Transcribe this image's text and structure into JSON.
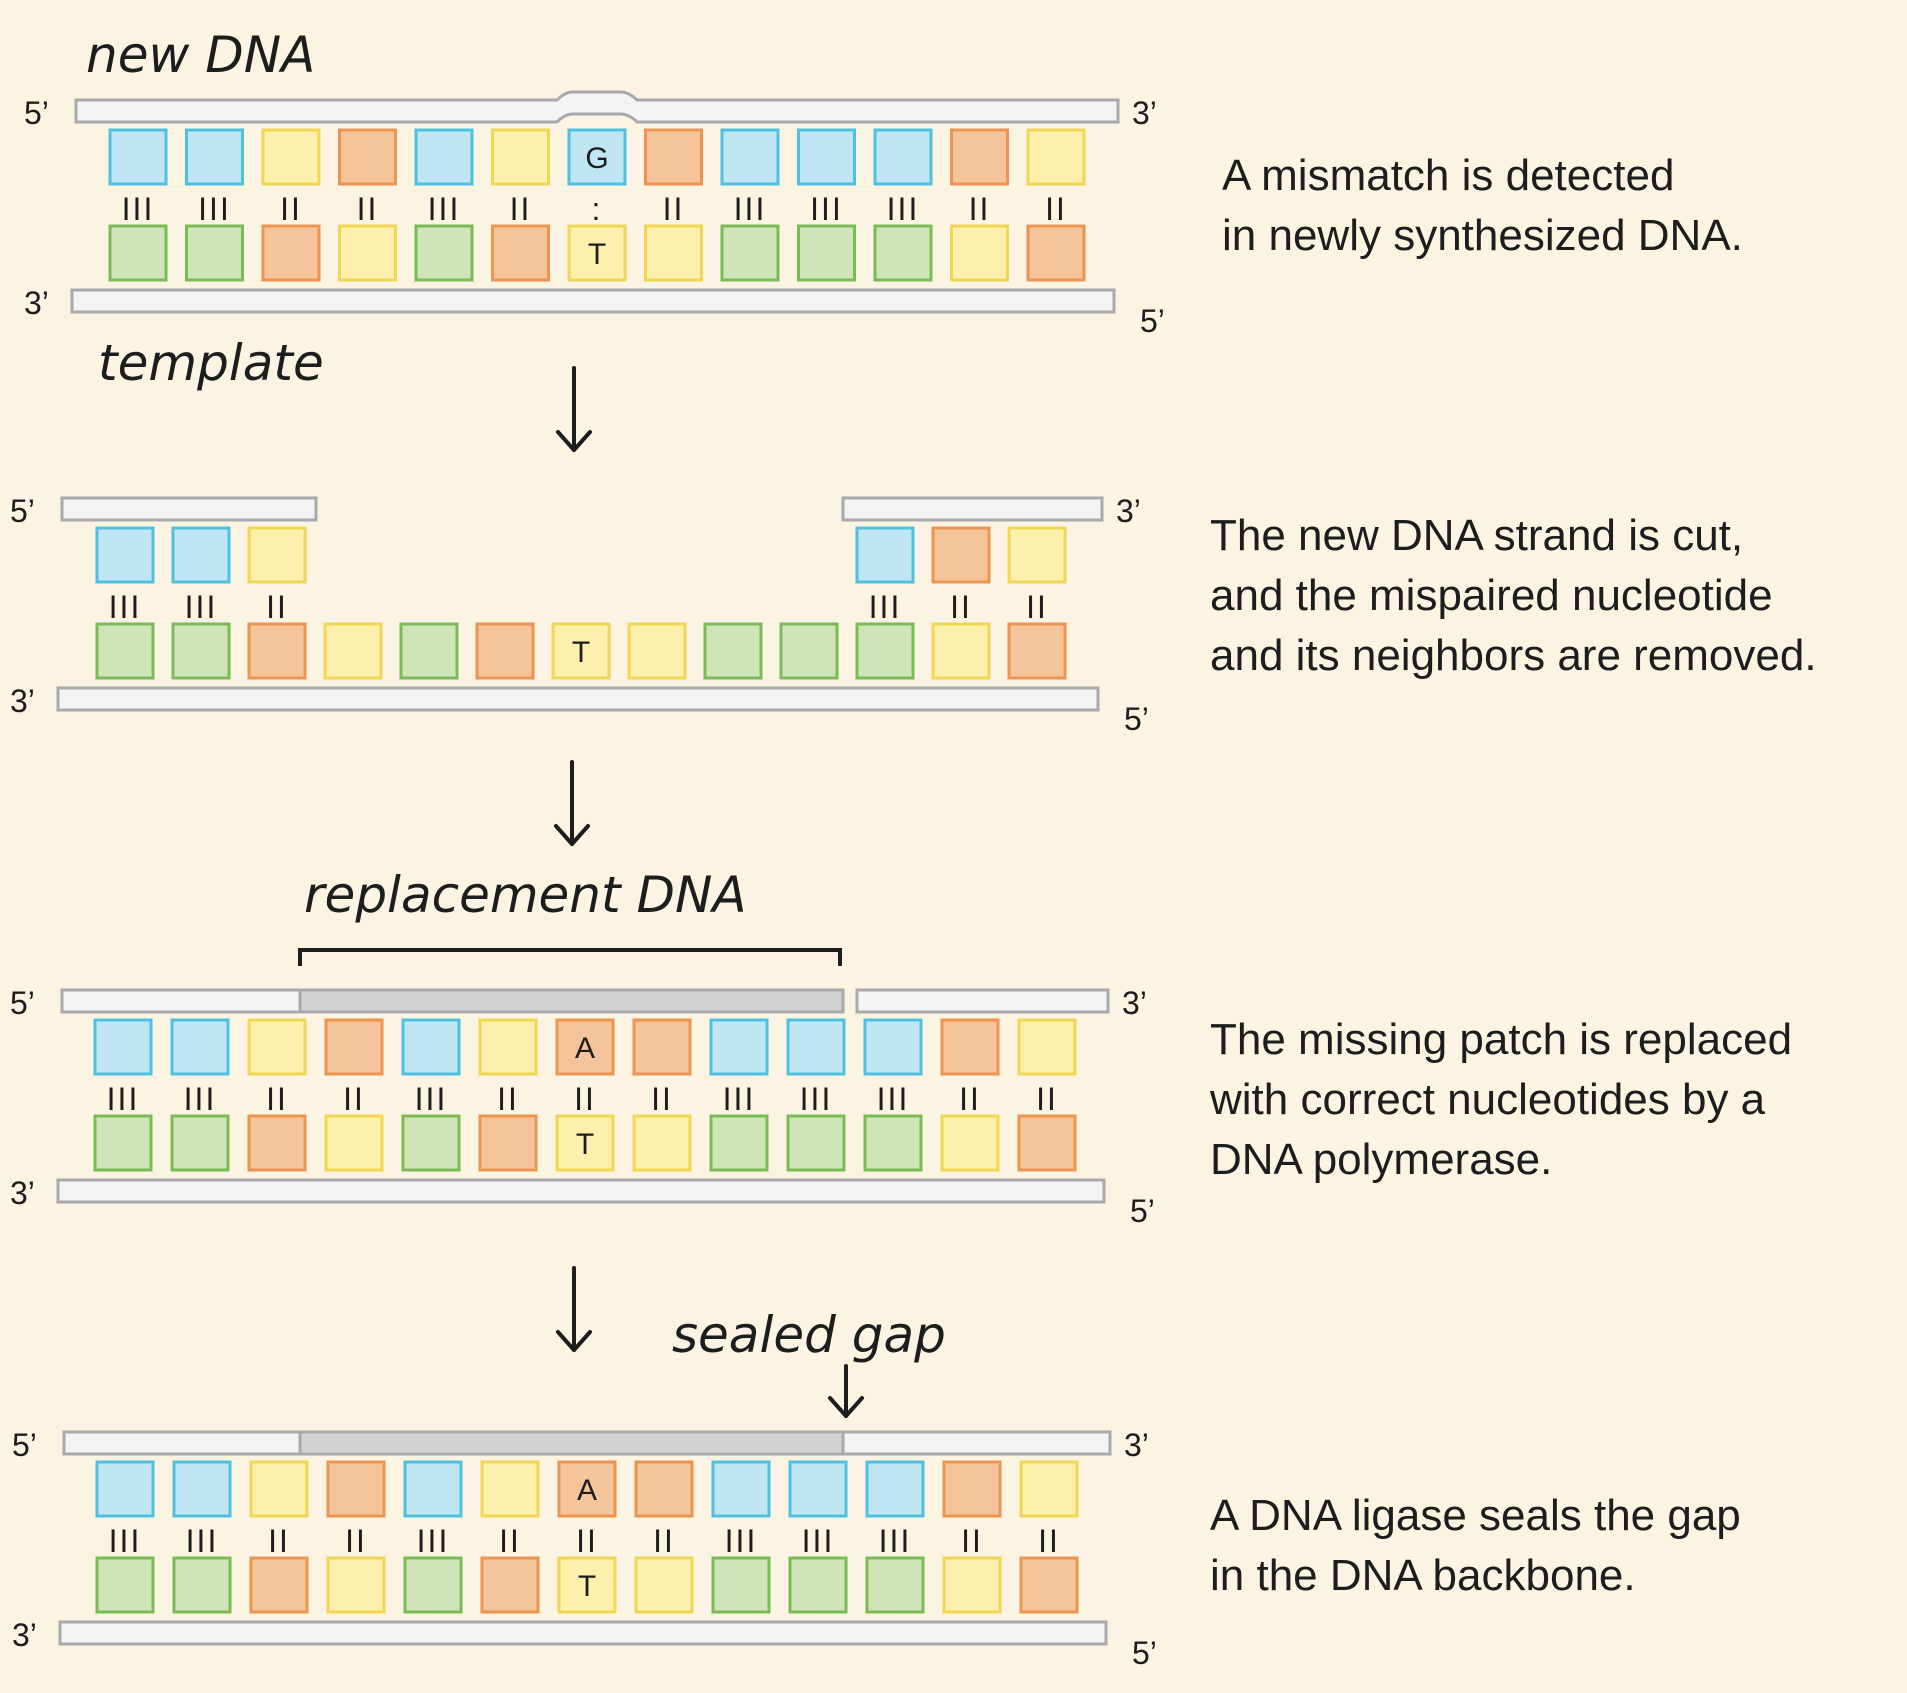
{
  "labels": {
    "new_dna": "new DNA",
    "template": "template",
    "replacement_dna": "replacement DNA",
    "sealed_gap": "sealed gap",
    "five_prime": "5’",
    "three_prime": "3’"
  },
  "bases": {
    "top_mismatch": "G",
    "template_base": "T",
    "corrected": "A"
  },
  "bonds": {
    "triple": "III",
    "double": "II",
    "mismatch": ":"
  },
  "colors": {
    "background": "#fbf4e2",
    "backbone_fill": "#f4f4f4",
    "backbone_stroke": "#a9a9ad",
    "patch_fill": "#d3d3d3",
    "blue": "#bfe6f2",
    "blue_stroke": "#4fc0e0",
    "green": "#cfe4b8",
    "green_stroke": "#7bbb56",
    "orange": "#f6c49a",
    "orange_stroke": "#eb9550",
    "yellow": "#fdf0ad",
    "yellow_stroke": "#f0d652"
  },
  "steps": [
    {
      "lines": [
        "A mismatch is detected",
        "in newly synthesized DNA."
      ]
    },
    {
      "lines": [
        "The new DNA strand is cut,",
        "and the mispaired nucleotide",
        "and its neighbors are removed."
      ]
    },
    {
      "lines": [
        "The missing patch is replaced",
        "with correct nucleotides by a",
        "DNA polymerase."
      ]
    },
    {
      "lines": [
        "A DNA ligase seals the gap",
        "in the DNA backbone."
      ]
    }
  ]
}
